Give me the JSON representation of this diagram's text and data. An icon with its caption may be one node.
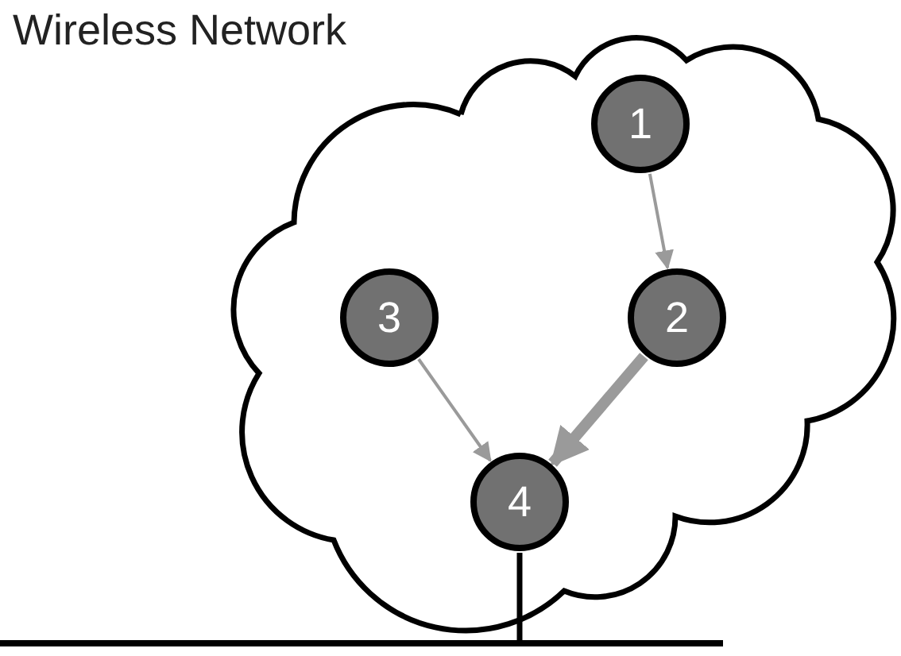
{
  "diagram": {
    "nodes": [
      {
        "text": [
          "Wireless Network"
        ]
      },
      {
        "text": [
          "1"
        ],
        "in": 0
      },
      {
        "text": [
          "2"
        ],
        "in": 0
      },
      {
        "text": [
          "3"
        ],
        "in": 0
      },
      {
        "text": [
          "4"
        ],
        "in": 0
      },
      {
        "text": [],
        "shape": "bar"
      }
    ],
    "edges": [
      {
        "from": 1,
        "to": 2,
        "arrow": "to"
      },
      {
        "from": 3,
        "to": 4,
        "arrow": "to"
      },
      {
        "from": 2,
        "to": 4,
        "arrow": "to",
        "style": "thick"
      },
      {
        "from": 4,
        "to": 5,
        "arrow": "none",
        "color": "#000000"
      }
    ]
  }
}
